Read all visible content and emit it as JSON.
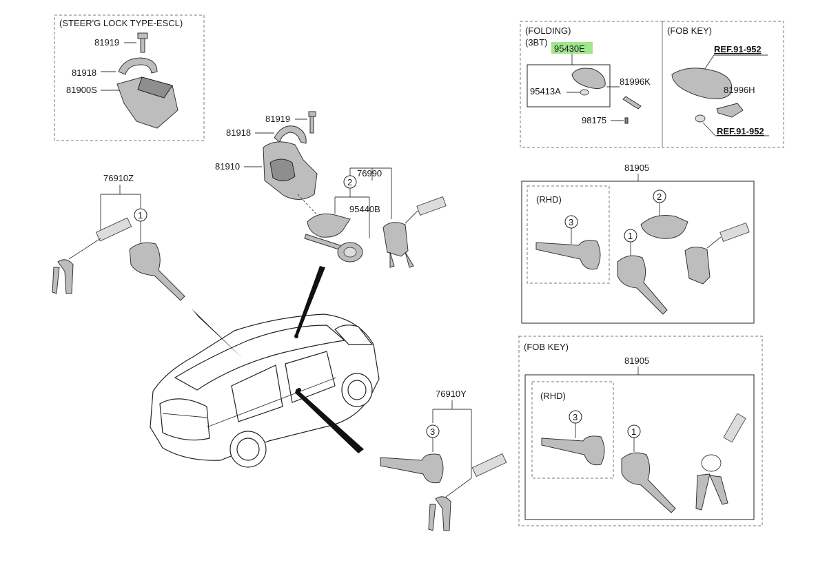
{
  "panels": {
    "steering_lock": {
      "title": "(STEER'G LOCK TYPE-ESCL)",
      "parts": [
        "81919",
        "81918",
        "81900S"
      ]
    },
    "folding": {
      "title_line1": "(FOLDING)",
      "title_line2": "(3BT)",
      "highlight": "95430E",
      "parts": [
        "95413A",
        "81996K",
        "98175"
      ]
    },
    "fob_key_top": {
      "title": "(FOB KEY)",
      "ref1": "REF.91-952",
      "part": "81996H",
      "ref2": "REF.91-952"
    },
    "rhd_kit": {
      "number": "81905",
      "inner_title": "(RHD)",
      "callouts": [
        "3",
        "2",
        "1"
      ]
    },
    "fob_key_bottom": {
      "title": "(FOB KEY)",
      "number": "81905",
      "inner_title": "(RHD)",
      "callouts": [
        "3",
        "1"
      ]
    }
  },
  "center": {
    "parts": [
      "81919",
      "81918",
      "81910",
      "76990",
      "95440B"
    ],
    "callout": "2"
  },
  "left": {
    "number": "76910Z",
    "callout": "1"
  },
  "bottom": {
    "number": "76910Y",
    "callout": "3"
  },
  "colors": {
    "highlight": "#9fe68d",
    "line": "#222222",
    "dashed_border": "#777777"
  }
}
